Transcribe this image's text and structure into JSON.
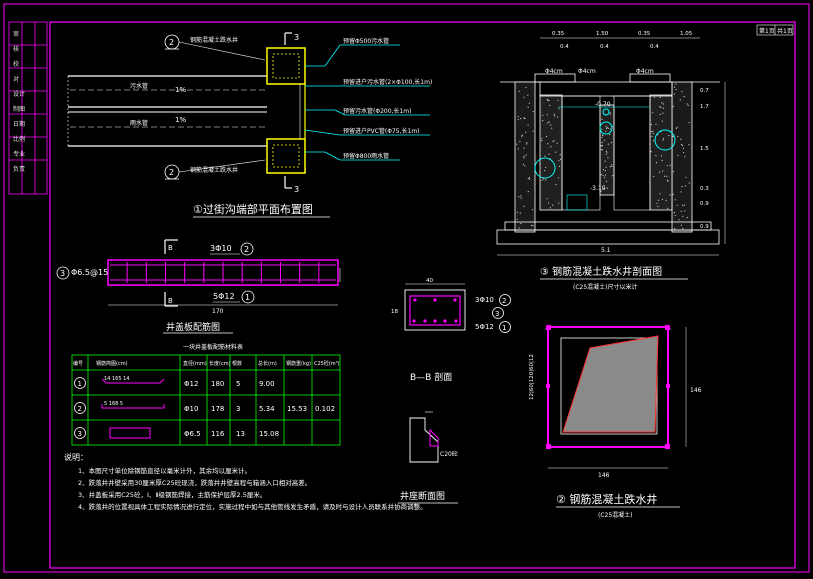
{
  "sheet": {
    "frame_color": "#ff00ff",
    "sheet_no": "第1页",
    "sheet_total": "共1页",
    "title_block_labels": [
      "审",
      "核",
      "校",
      "对",
      "设计",
      "制图",
      "日期",
      "比例",
      "专业",
      "负责"
    ]
  },
  "titles": {
    "plan": "①过街沟端部平面布置图",
    "well_section": "③ 钢筋混凝土跌水井剖面图",
    "well_section_sub": "(C25混凝土)尺寸以米计",
    "cover_rebar": "井盖板配筋图",
    "bb_section": "B—B 剖面",
    "well_plan": "② 钢筋混凝土跌水井",
    "well_plan_sub": "(C25混凝土)",
    "well_seat": "井座断面图"
  },
  "plan_labels": {
    "left_pipe_top": "污水管",
    "left_pipe_bottom": "雨水管",
    "slope_top": "1%",
    "slope_bottom": "1%",
    "circle_2": "2",
    "circle_3": "3",
    "sec_3": "3",
    "callout_top": "钢筋混凝土跌水井",
    "callout_bottom": "钢筋混凝土跌水井",
    "note_500": "预留Φ500污水管",
    "note_100": "预留进户污水管(2×Φ100,长1m)",
    "note_200": "预留污水管(Φ200,长1m)",
    "note_pvc": "预留进户PVC管(Φ75,长1m)",
    "note_800": "预留Φ800雨水管"
  },
  "section_dims": {
    "top": [
      "0.35",
      "1.50",
      "0.35",
      "1.05"
    ],
    "top2": [
      "0.4",
      "0.4",
      "0.4"
    ],
    "levels": [
      "-0.70",
      "-3.10"
    ],
    "right_dims": [
      "0.7",
      "1.7",
      "1.5",
      "0.3",
      "0.9",
      "0.9"
    ],
    "bottom": "5.1",
    "pipe_labels": [
      "Φ4cm",
      "Φ4cm",
      "Φ4cm"
    ]
  },
  "rebar": {
    "label_top": "3Φ10",
    "label_mid": "Φ6.5@15",
    "label_bottom": "5Φ12",
    "length": "170",
    "circle_1": "1",
    "circle_2": "2",
    "circle_3": "3",
    "sec_b": "B"
  },
  "bb": {
    "label_top": "3Φ10",
    "label_bottom": "5Φ12",
    "width": "40",
    "height": "18",
    "c1": "1",
    "c2": "2",
    "c3": "3"
  },
  "seat": {
    "label": "C20砼"
  },
  "well_plan_dims": {
    "left_a": "12|60|120|60|12",
    "right_a": "146",
    "bottom_a": "146"
  },
  "table": {
    "title": "一块井盖板配筋材料表",
    "headers": [
      "编号",
      "钢筋简图(cm)",
      "直径(mm)",
      "长度(cm)",
      "根数",
      "总长(m)",
      "钢筋重(kg)",
      "C25砼(m³)"
    ],
    "rows": [
      {
        "no": "1",
        "shape": "14 165 14",
        "dia": "Φ12",
        "len": "180",
        "count": "5",
        "total": "9.00",
        "weight": "",
        "concrete": ""
      },
      {
        "no": "2",
        "shape": "5 168 5",
        "dia": "Φ10",
        "len": "178",
        "count": "3",
        "total": "5.34",
        "weight": "15.53",
        "concrete": "0.102"
      },
      {
        "no": "3",
        "shape": "",
        "dia": "Φ6.5",
        "len": "116",
        "count": "13",
        "total": "15.08",
        "weight": "",
        "concrete": ""
      }
    ]
  },
  "notes": {
    "heading": "说明：",
    "items": [
      "1、本图尺寸单位除钢筋直径以毫米计外，其余均以厘米计。",
      "2、跌落井井壁采用30厘米厚C25砼现浇，跌落井井壁高程与箱涵入口相对高差。",
      "3、井盖板采用C25砼，Ⅰ、Ⅱ级钢筋焊接，主筋保护层厚2.5厘米。",
      "4、跌落井的位置视具体工程实际情况进行定位，实施过程中如与其他管线发生矛盾，请及时与设计人员联系并协商调整。"
    ]
  }
}
